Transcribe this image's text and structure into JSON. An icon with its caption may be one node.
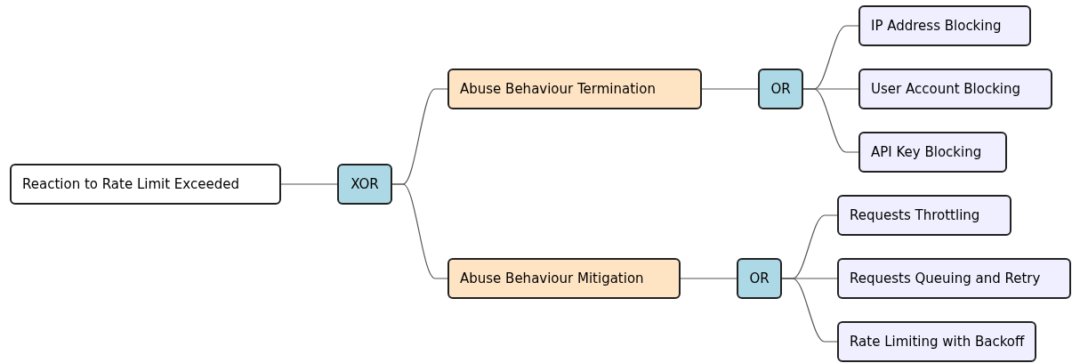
{
  "diagram": {
    "nodes": [
      {
        "text": [
          "Reaction to Rate Limit Exceeded"
        ]
      },
      {
        "text": [
          "XOR"
        ]
      },
      {
        "text": [
          "Abuse Behaviour Termination"
        ]
      },
      {
        "text": [
          "OR"
        ]
      },
      {
        "text": [
          "IP Address Blocking"
        ]
      },
      {
        "text": [
          "User Account Blocking"
        ]
      },
      {
        "text": [
          "API Key Blocking"
        ]
      },
      {
        "text": [
          "Abuse Behaviour Mitigation"
        ]
      },
      {
        "text": [
          "OR"
        ]
      },
      {
        "text": [
          "Requests Throttling"
        ]
      },
      {
        "text": [
          "Requests Queuing and Retry"
        ]
      },
      {
        "text": [
          "Rate Limiting with Backoff"
        ]
      }
    ],
    "edges": [
      {
        "from": 0,
        "to": 1,
        "arrow": "none"
      },
      {
        "from": 1,
        "to": 2,
        "arrow": "none"
      },
      {
        "from": 1,
        "to": 7,
        "arrow": "none"
      },
      {
        "from": 2,
        "to": 3,
        "arrow": "none"
      },
      {
        "from": 3,
        "to": 4,
        "arrow": "none"
      },
      {
        "from": 3,
        "to": 5,
        "arrow": "none"
      },
      {
        "from": 3,
        "to": 6,
        "arrow": "none"
      },
      {
        "from": 7,
        "to": 8,
        "arrow": "none"
      },
      {
        "from": 8,
        "to": 9,
        "arrow": "none"
      },
      {
        "from": 8,
        "to": 10,
        "arrow": "none"
      },
      {
        "from": 8,
        "to": 11,
        "arrow": "none"
      }
    ]
  }
}
